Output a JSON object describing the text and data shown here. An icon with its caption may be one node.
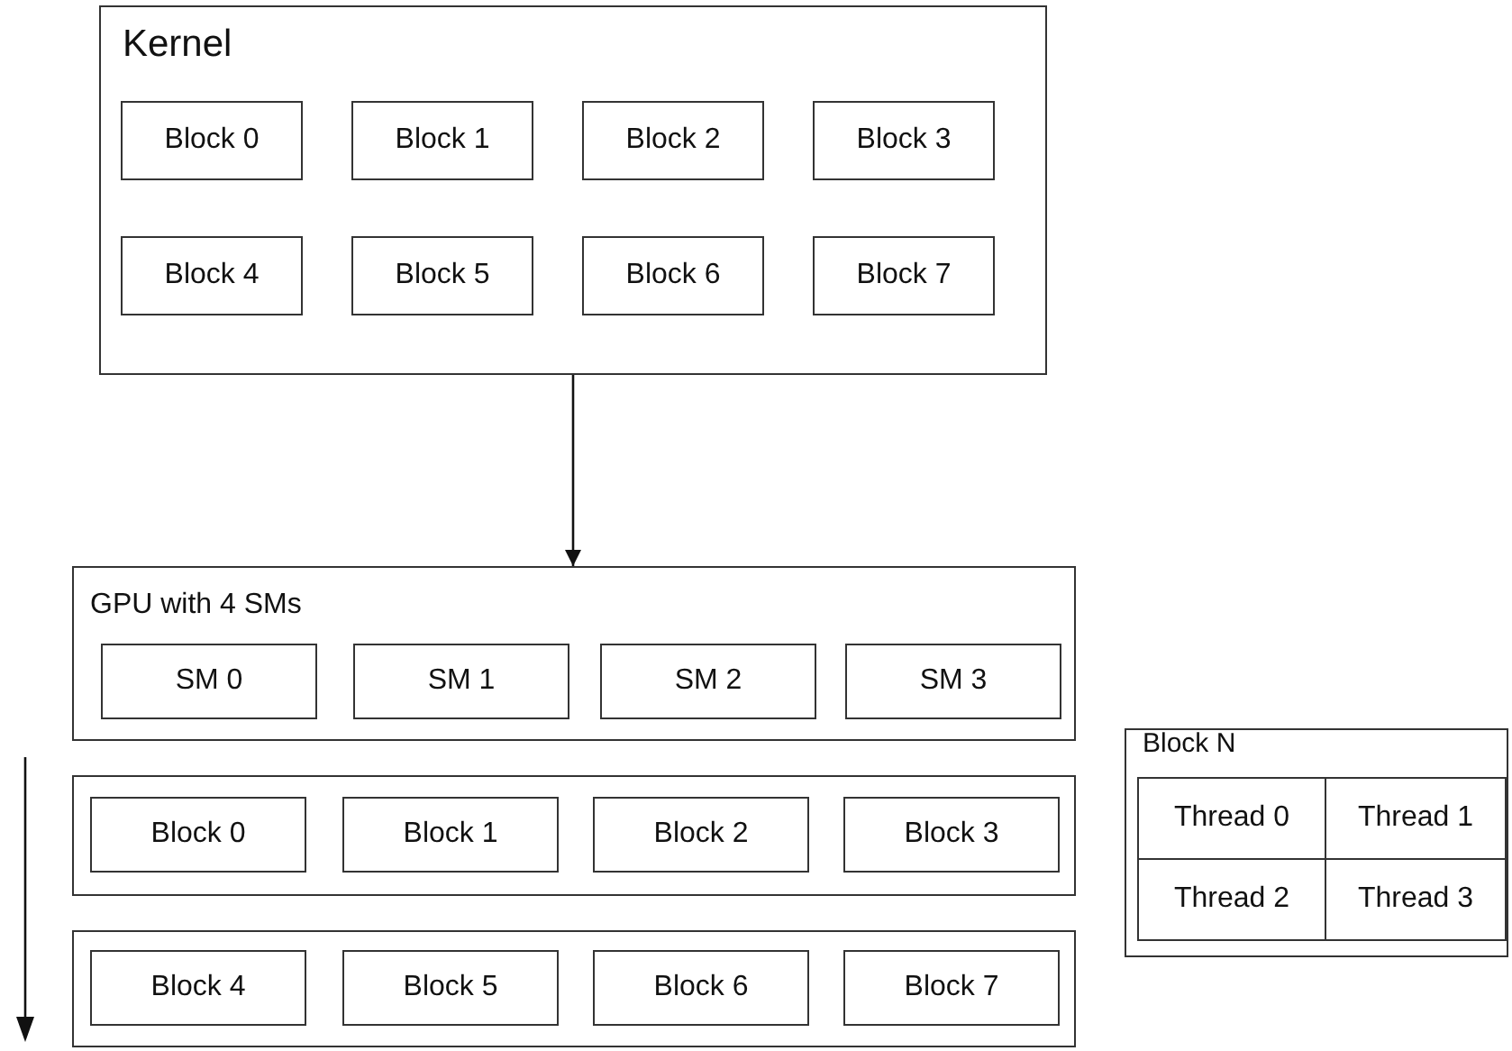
{
  "diagram": {
    "nodes": [
      {
        "text": [
          "Kernel"
        ]
      },
      {
        "text": [
          "Block 0"
        ],
        "in": 0
      },
      {
        "text": [
          "Block 1"
        ],
        "in": 0
      },
      {
        "text": [
          "Block 2"
        ],
        "in": 0
      },
      {
        "text": [
          "Block 3"
        ],
        "in": 0
      },
      {
        "text": [
          "Block 4"
        ],
        "in": 0
      },
      {
        "text": [
          "Block 5"
        ],
        "in": 0
      },
      {
        "text": [
          "Block 6"
        ],
        "in": 0
      },
      {
        "text": [
          "Block 7"
        ],
        "in": 0
      },
      {
        "text": [
          "GPU with 4 SMs"
        ]
      },
      {
        "text": [
          "SM 0"
        ],
        "in": 9
      },
      {
        "text": [
          "SM 1"
        ],
        "in": 9
      },
      {
        "text": [
          "SM 2"
        ],
        "in": 9
      },
      {
        "text": [
          "SM 3"
        ],
        "in": 9
      },
      {
        "text": [],
        "shape": "box"
      },
      {
        "text": [
          "Block 0"
        ],
        "in": 14
      },
      {
        "text": [
          "Block 1"
        ],
        "in": 14
      },
      {
        "text": [
          "Block 2"
        ],
        "in": 14
      },
      {
        "text": [
          "Block 3"
        ],
        "in": 14
      },
      {
        "text": [],
        "shape": "box"
      },
      {
        "text": [
          "Block 4"
        ],
        "in": 19
      },
      {
        "text": [
          "Block 5"
        ],
        "in": 19
      },
      {
        "text": [
          "Block 6"
        ],
        "in": 19
      },
      {
        "text": [
          "Block 7"
        ],
        "in": 19
      },
      {
        "text": [
          "Block N"
        ]
      },
      {
        "text": [
          "Thread 0"
        ],
        "in": 24
      },
      {
        "text": [
          "Thread 1"
        ],
        "in": 24
      },
      {
        "text": [
          "Thread 2"
        ],
        "in": 24
      },
      {
        "text": [
          "Thread 3"
        ],
        "in": 24
      }
    ],
    "edges": [
      {
        "from": 0,
        "to": 9,
        "arrow": "to"
      }
    ]
  }
}
